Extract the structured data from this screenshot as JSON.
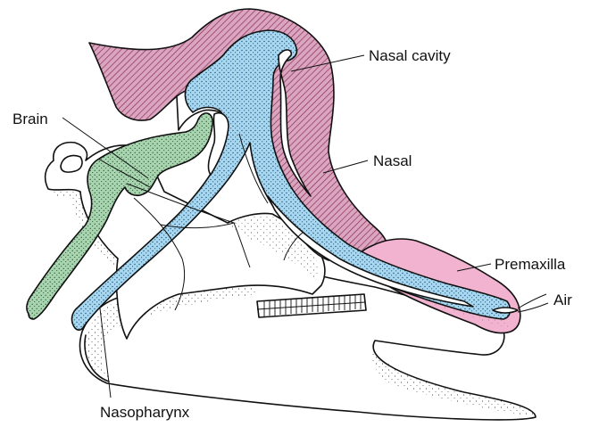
{
  "labels": {
    "nasal_cavity": "Nasal cavity",
    "brain": "Brain",
    "nasal": "Nasal",
    "premaxilla": "Premaxilla",
    "air": "Air",
    "nasopharynx": "Nasopharynx"
  },
  "colors": {
    "nasal_bone": "#d9a5bf",
    "nasal_hatch": "#8a2452",
    "nasal_passage": "#a8d8f0",
    "brain": "#a8d5b0",
    "premaxilla": "#f2b3d0",
    "outline": "#111111"
  }
}
